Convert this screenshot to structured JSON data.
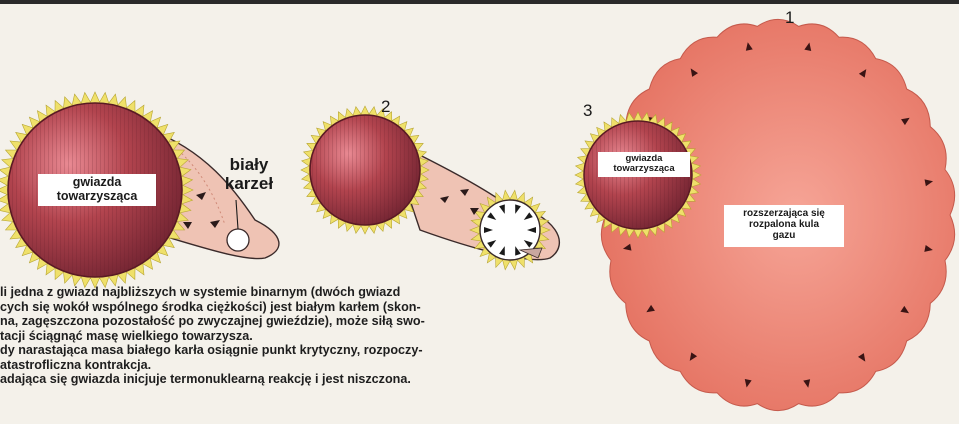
{
  "stages": {
    "stage1": {
      "number": "1",
      "label_line1": "rozszerzająca się",
      "label_line2": "rozpalona kula",
      "label_line3": "gazu"
    },
    "stage2": {
      "number": "2"
    },
    "stage3": {
      "number": "3",
      "label_line1": "gwiazda",
      "label_line2": "towarzysząca"
    }
  },
  "first_diagram": {
    "companion_line1": "gwiazda",
    "companion_line2": "towarzysząca",
    "white_dwarf_line1": "biały",
    "white_dwarf_line2": "karzeł"
  },
  "caption": {
    "line1": "li jedna z gwiazd najbliższych w systemie binarnym (dwóch gwiazd",
    "line2": "cych się wokół wspólnego środka ciężkości) jest białym karłem (skon-",
    "line3": "na, zagęszczona pozostałość po zwyczajnej gwieździe), może siłą swo-",
    "line4": "tacji ściągnąć masę wielkiego towarzysza.",
    "line5": "dy narastająca masa białego karła osiągnie punkt krytyczny, rozpoczy-",
    "line6": "atastrofliczna kontrakcja.",
    "line7": "adająca się gwiazda inicjuje termonuklearną reakcję i jest niszczona."
  },
  "colors": {
    "star": "#b2444e",
    "gas": "#ec7b6e",
    "halo": "#efe06a",
    "stream": "#efc3b4",
    "ink": "#1a1a1a"
  }
}
